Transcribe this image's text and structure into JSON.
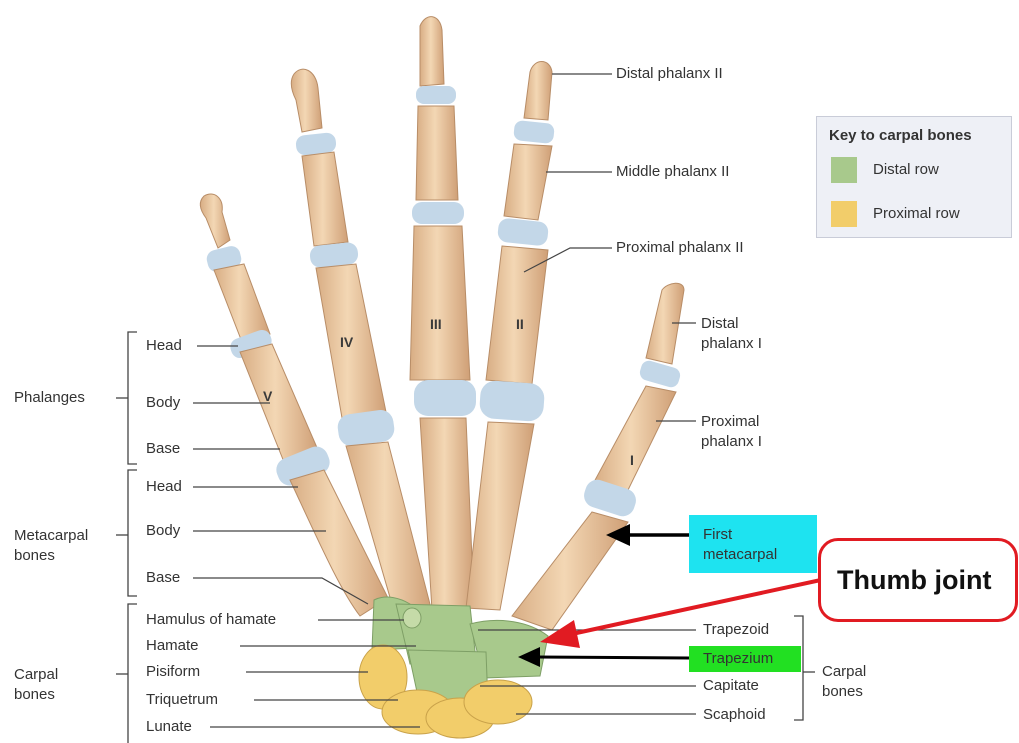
{
  "colors": {
    "bone": "#ecc9a2",
    "bone_shadow": "#c9a07a",
    "cartilage": "#c3d7e8",
    "distal_row": "#a8c98c",
    "proximal_row": "#f2cd6a",
    "callout_red": "#e11b22",
    "highlight_cyan": "#1ee3f0",
    "highlight_green": "#22e022"
  },
  "key": {
    "title": "Key to carpal bones",
    "items": [
      {
        "label": "Distal row",
        "color": "#a8c98c"
      },
      {
        "label": "Proximal row",
        "color": "#f2cd6a"
      }
    ]
  },
  "digits": {
    "I": "I",
    "II": "II",
    "III": "III",
    "IV": "IV",
    "V": "V"
  },
  "right_labels": {
    "distal_phalanx_ii": "Distal phalanx II",
    "middle_phalanx_ii": "Middle phalanx II",
    "proximal_phalanx_ii": "Proximal phalanx II",
    "distal_phalanx_i": "Distal phalanx I",
    "proximal_phalanx_i": "Proximal phalanx I",
    "first_metacarpal": "First metacarpal",
    "trapezoid": "Trapezoid",
    "trapezium": "Trapezium",
    "capitate": "Capitate",
    "scaphoid": "Scaphoid",
    "carpal_bones": "Carpal bones"
  },
  "left_labels": {
    "phalanges": "Phalanges",
    "metacarpal_bones": "Metacarpal bones",
    "carpal_bones": "Carpal bones",
    "head": "Head",
    "body": "Body",
    "base": "Base",
    "head_2": "Head",
    "body_2": "Body",
    "base_2": "Base",
    "hamulus": "Hamulus of hamate",
    "hamate": "Hamate",
    "pisiform": "Pisiform",
    "triquetrum": "Triquetrum",
    "lunate": "Lunate"
  },
  "callout": {
    "text": "Thumb joint"
  }
}
